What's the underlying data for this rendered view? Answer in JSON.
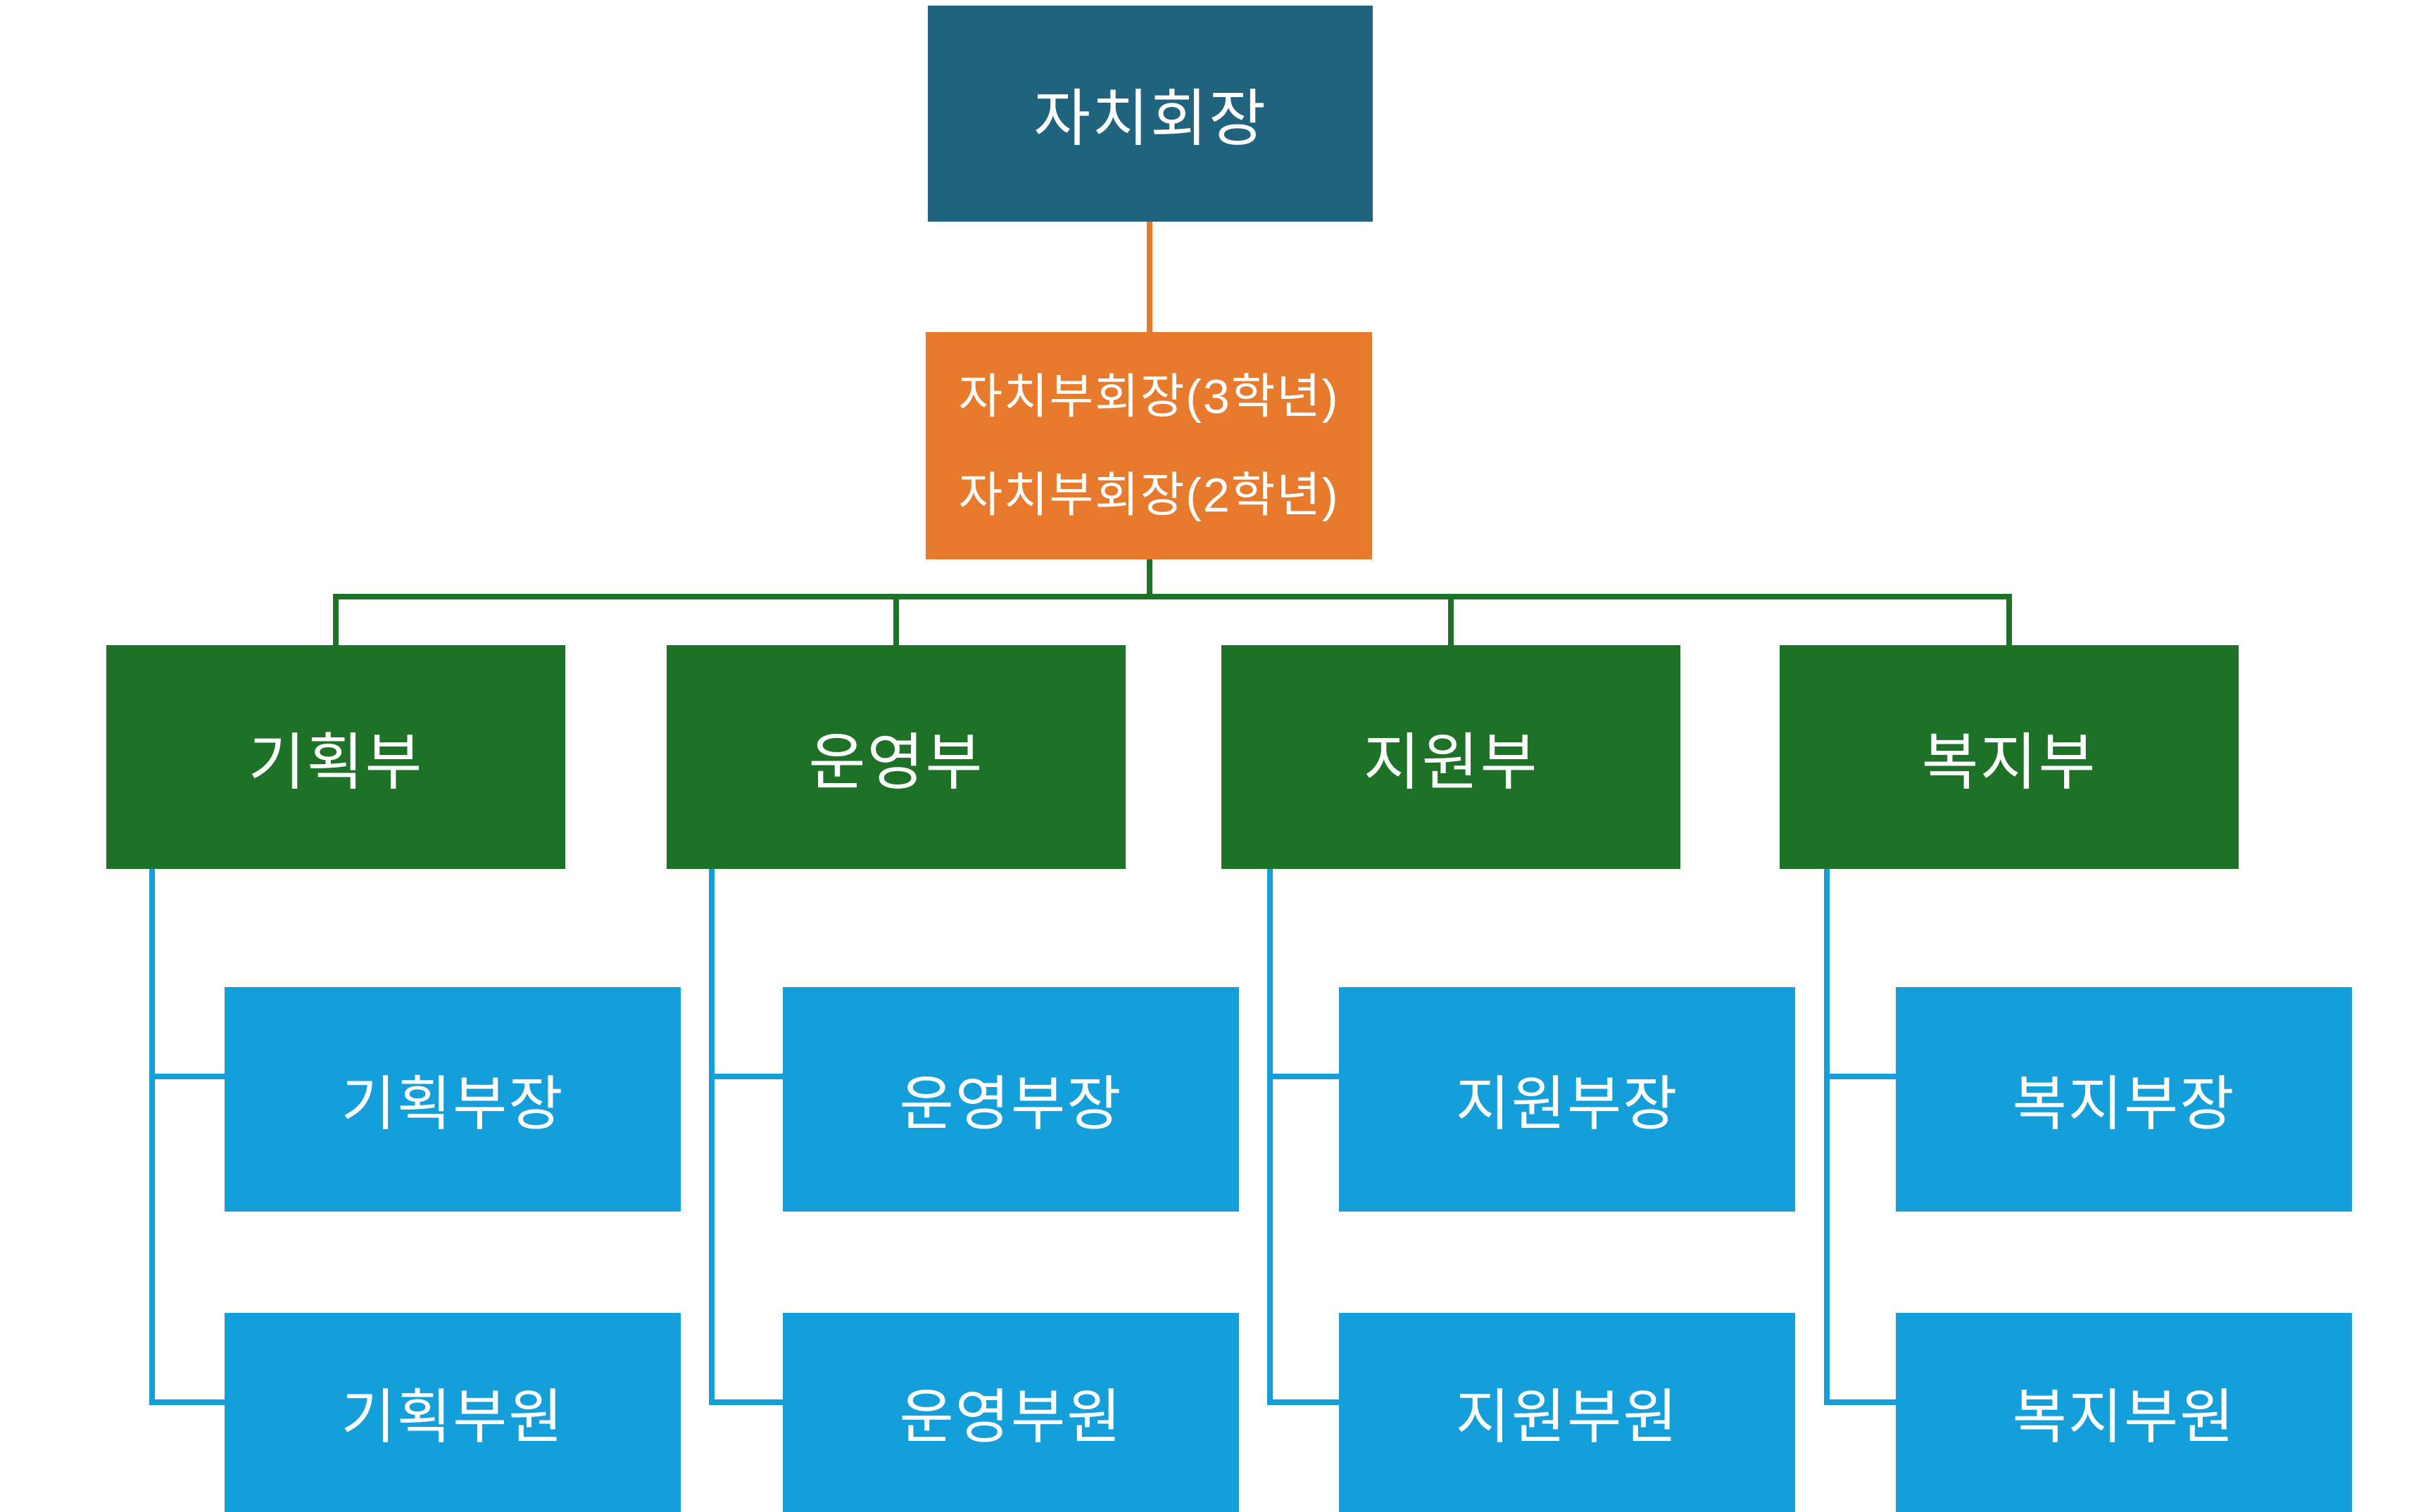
{
  "chart": {
    "type": "org-chart",
    "root": {
      "label": "자치회장"
    },
    "vice": {
      "line1": "자치부회장(3학년)",
      "line2": "자치부회장(2학년)"
    },
    "departments": [
      {
        "name": "기획부",
        "head": "기획부장",
        "member": "기획부원"
      },
      {
        "name": "운영부",
        "head": "운영부장",
        "member": "운영부원"
      },
      {
        "name": "지원부",
        "head": "지원부장",
        "member": "지원부원"
      },
      {
        "name": "복지부",
        "head": "복지부장",
        "member": "복지부원"
      }
    ],
    "colors": {
      "root": "#20637F",
      "vice": "#E87A2E",
      "dept": "#1E7227",
      "child": "#149EDA",
      "text": "#FFFFFF",
      "background": "#FFFFFF"
    }
  }
}
